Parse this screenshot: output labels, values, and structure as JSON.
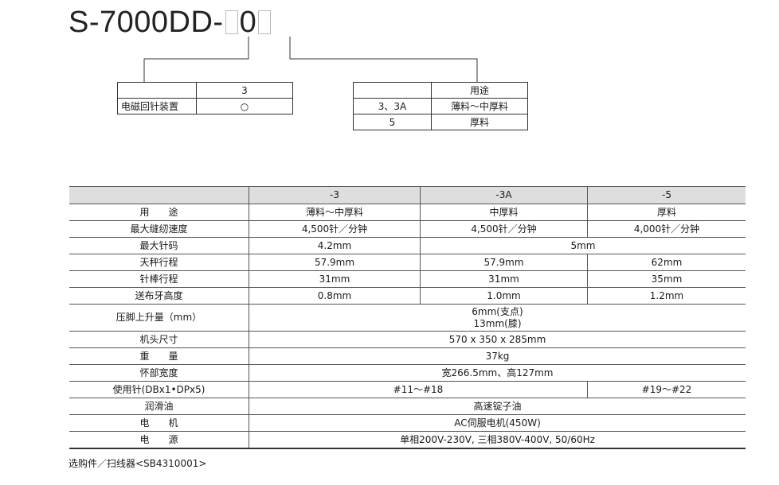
{
  "model": {
    "prefix": "S-7000DD-",
    "middle": "0"
  },
  "option_table": {
    "header": [
      "",
      "3"
    ],
    "row": {
      "label": "电磁回针装置",
      "symbol": "○"
    }
  },
  "usage_table": {
    "header": [
      "",
      "用途"
    ],
    "rows": [
      {
        "code": "3、3A",
        "use": "薄料～中厚料"
      },
      {
        "code": "5",
        "use": "厚料"
      }
    ]
  },
  "spec": {
    "columns": [
      "",
      "-3",
      "-3A",
      "-5"
    ],
    "rows": [
      {
        "label": "用　　途",
        "cells": [
          "薄料～中厚料",
          "中厚料",
          "厚料"
        ]
      },
      {
        "label": "最大缝纫速度",
        "cells": [
          "4,500针／分钟",
          "4,500针／分钟",
          "4,000针／分钟"
        ]
      },
      {
        "label": "最大针码",
        "cells": [
          "4.2mm",
          "5mm"
        ]
      },
      {
        "label": "天秤行程",
        "cells": [
          "57.9mm",
          "57.9mm",
          "62mm"
        ]
      },
      {
        "label": "针棒行程",
        "cells": [
          "31mm",
          "31mm",
          "35mm"
        ]
      },
      {
        "label": "送布牙高度",
        "cells": [
          "0.8mm",
          "1.0mm",
          "1.2mm"
        ]
      },
      {
        "label": "压脚上升量（mm）",
        "cells": [
          "6mm(支点)",
          "13mm(膝)"
        ]
      },
      {
        "label": "机头尺寸",
        "cells": [
          "570 x 350 x 285mm"
        ]
      },
      {
        "label": "重　　量",
        "cells": [
          "37kg"
        ]
      },
      {
        "label": "怀部宽度",
        "cells": [
          "宽266.5mm、高127mm"
        ]
      },
      {
        "label": "使用针(DBx1•DPx5)",
        "cells": [
          "#11～#18",
          "#19～#22"
        ]
      },
      {
        "label": "润滑油",
        "cells": [
          "高速锭子油"
        ]
      },
      {
        "label": "电　　机",
        "cells": [
          "AC伺服电机(450W)"
        ]
      },
      {
        "label": "电　　源",
        "cells": [
          "单相200V-230V, 三相380V-400V, 50/60Hz"
        ]
      }
    ]
  },
  "footnote": "选购件／扫线器<SB4310001>"
}
